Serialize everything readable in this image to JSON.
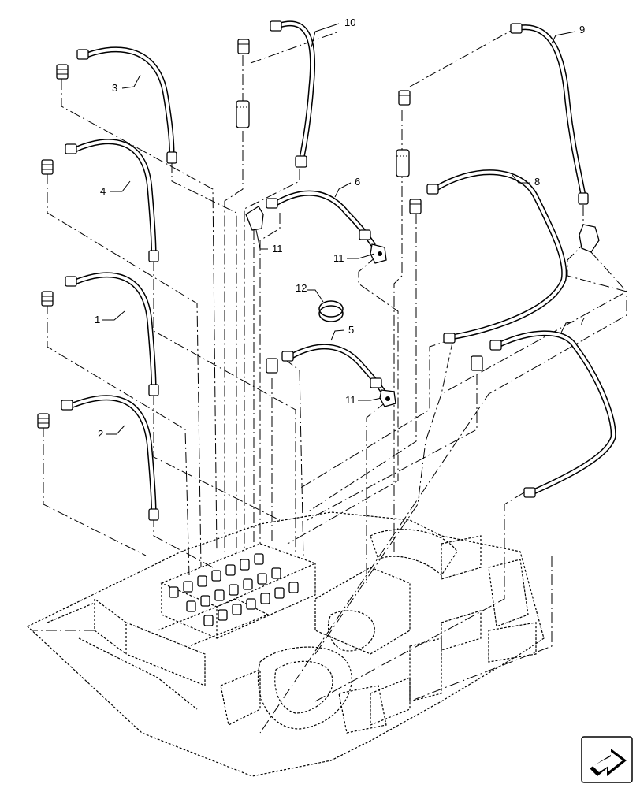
{
  "callouts": [
    {
      "id": "c10",
      "text": "10"
    },
    {
      "id": "c9",
      "text": "9"
    },
    {
      "id": "c3",
      "text": "3"
    },
    {
      "id": "c6",
      "text": "6"
    },
    {
      "id": "c8",
      "text": "8"
    },
    {
      "id": "c4",
      "text": "4"
    },
    {
      "id": "c11a",
      "text": "11"
    },
    {
      "id": "c11b",
      "text": "11"
    },
    {
      "id": "c12",
      "text": "12"
    },
    {
      "id": "c1",
      "text": "1"
    },
    {
      "id": "c5",
      "text": "5"
    },
    {
      "id": "c7",
      "text": "7"
    },
    {
      "id": "c11c",
      "text": "11"
    },
    {
      "id": "c2",
      "text": "2"
    }
  ]
}
